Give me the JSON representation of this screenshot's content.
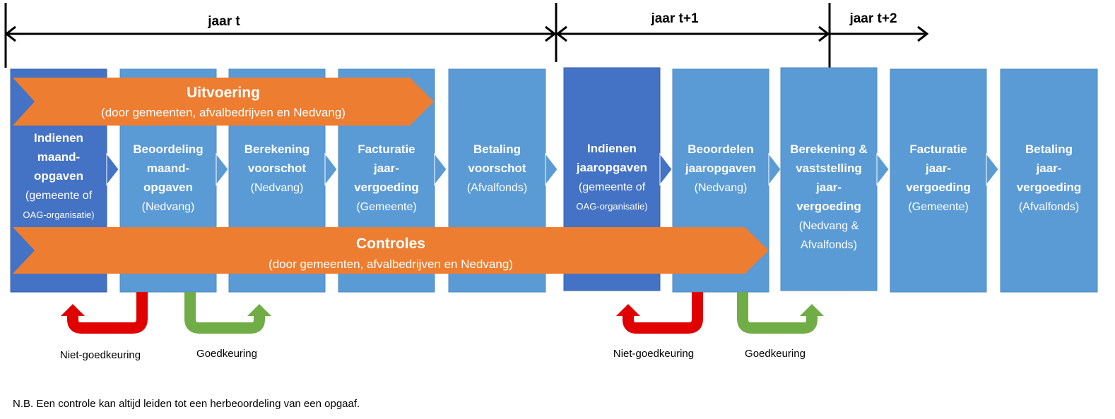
{
  "colors": {
    "step_light": "#5b9bd5",
    "step_dark": "#4472c4",
    "banner": "#ed7d31",
    "reject": "#e00000",
    "approve": "#70ad47",
    "timeline": "#000000"
  },
  "timeline": {
    "periods": [
      "jaar t",
      "jaar t+1",
      "jaar t+2"
    ]
  },
  "steps": [
    {
      "lines": [
        "Indienen",
        "maand-",
        "opgaven",
        "(gemeente of",
        "OAG-organisatie)"
      ]
    },
    {
      "lines": [
        "Beoordeling",
        "maand-",
        "opgaven",
        "(Nedvang)"
      ]
    },
    {
      "lines": [
        "Berekening",
        "voorschot",
        "(Nedvang)"
      ]
    },
    {
      "lines": [
        "Facturatie",
        "jaar-",
        "vergoeding",
        "(Gemeente)"
      ]
    },
    {
      "lines": [
        "Betaling",
        "voorschot",
        "(Afvalfonds)"
      ]
    },
    {
      "lines": [
        "Indienen",
        "jaaropgaven",
        "(gemeente of",
        "OAG-organisatie)"
      ]
    },
    {
      "lines": [
        "Beoordelen",
        "jaaropgaven",
        "(Nedvang)"
      ]
    },
    {
      "lines": [
        "Berekening &",
        "vaststelling",
        "jaar-",
        "vergoeding",
        "(Nedvang &",
        "Afvalfonds)"
      ]
    },
    {
      "lines": [
        "Facturatie",
        "jaar-",
        "vergoeding",
        "(Gemeente)"
      ]
    },
    {
      "lines": [
        "Betaling",
        "jaar-",
        "vergoeding",
        "(Afvalfonds)"
      ]
    }
  ],
  "banners": {
    "uitvoering": {
      "title": "Uitvoering",
      "subtitle": "(door gemeenten, afvalbedrijven en Nedvang)"
    },
    "controles": {
      "title": "Controles",
      "subtitle": "(door gemeenten, afvalbedrijven en Nedvang)"
    }
  },
  "feedback": {
    "reject_label": "Niet-goedkeuring",
    "approve_label": "Goedkeuring"
  },
  "footnote": "N.B. Een controle kan altijd leiden tot een herbeoordeling van een opgaaf."
}
